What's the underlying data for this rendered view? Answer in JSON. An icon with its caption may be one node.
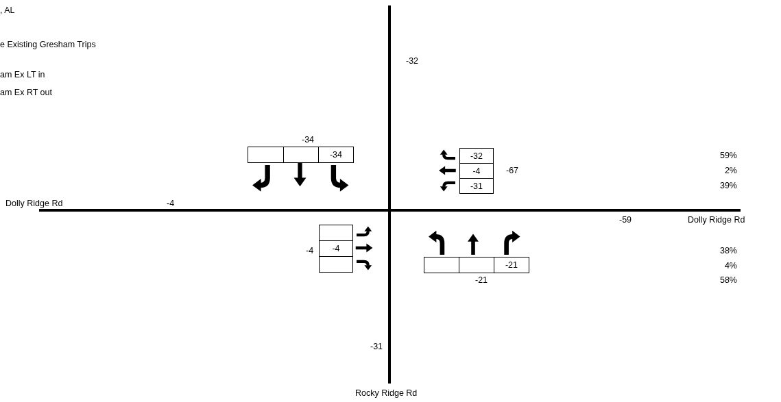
{
  "diagram": {
    "nodes": [
      {
        "text": [],
        "shape": "box"
      },
      {
        "text": [],
        "shape": "box"
      },
      {
        "text": [
          "-34"
        ]
      },
      {
        "text": [
          "-32"
        ]
      },
      {
        "text": [
          "-4"
        ]
      },
      {
        "text": [
          "-31"
        ]
      },
      {
        "text": [],
        "shape": "box"
      },
      {
        "text": [
          "-4"
        ]
      },
      {
        "text": [],
        "shape": "box"
      },
      {
        "text": [],
        "shape": "box"
      },
      {
        "text": [],
        "shape": "box"
      },
      {
        "text": [
          "-21"
        ]
      }
    ],
    "labels": [
      ", AL",
      "e Existing Gresham Trips",
      "am Ex LT in",
      "am Ex RT out",
      "-32",
      "-34",
      "59%",
      "-67",
      "2%",
      "39%",
      "Dolly Ridge Rd",
      "-4",
      "-59",
      "Dolly Ridge Rd",
      "-4",
      "38%",
      "4%",
      "-21",
      "58%",
      "-31",
      "Rocky Ridge Rd"
    ]
  }
}
